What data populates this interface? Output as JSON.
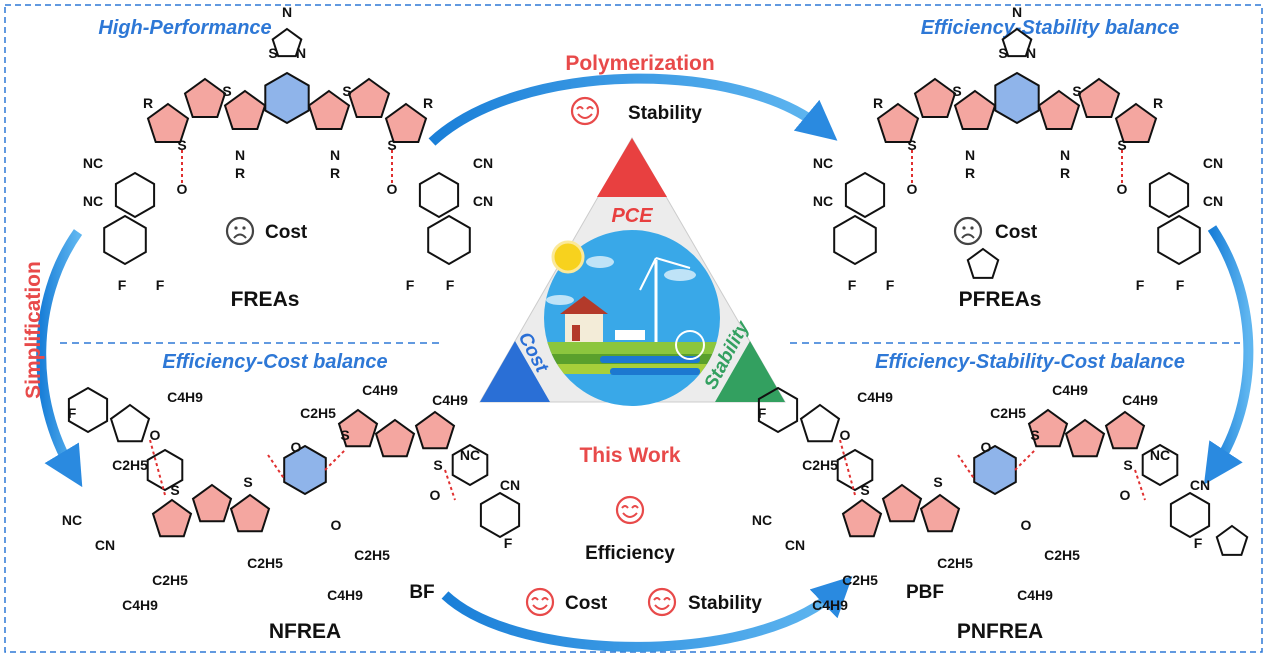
{
  "sections": {
    "top_left_title": "High-Performance",
    "top_right_title": "Efficiency-Stability balance",
    "bottom_left_title": "Efficiency-Cost balance",
    "bottom_right_title": "Efficiency-Stability-Cost balance"
  },
  "arrows": {
    "top_label": "Polymerization",
    "top_benefit": "Stability",
    "left_label": "Simplification"
  },
  "molecules": {
    "freas": {
      "name": "FREAs",
      "drawback": "Cost"
    },
    "pfreas": {
      "name": "PFREAs",
      "drawback": "Cost"
    },
    "nfrea": {
      "name": "NFREA",
      "code": "BF"
    },
    "pnfrea": {
      "name": "PNFREA",
      "code": "PBF"
    }
  },
  "triangle": {
    "top": "PCE",
    "left": "Cost",
    "right": "Stability",
    "colors": {
      "top": "#e84040",
      "left": "#2a6fd6",
      "right": "#33a060"
    }
  },
  "this_work": {
    "title": "This Work",
    "efficiency": "Efficiency",
    "cost": "Cost",
    "stability": "Stability"
  },
  "atoms_top": [
    "S",
    "N",
    "N",
    "R",
    "S",
    "S",
    "R",
    "S",
    "S",
    "N",
    "R",
    "N",
    "R",
    "O",
    "O",
    "NC",
    "NC",
    "CN",
    "CN",
    "F",
    "F",
    "F",
    "F"
  ],
  "atoms_bottom": [
    "F",
    "O",
    "NC",
    "CN",
    "S",
    "S",
    "O",
    "O",
    "S",
    "S",
    "NC",
    "CN",
    "O",
    "F",
    "C4H9",
    "C2H5",
    "C4H9",
    "C2H5",
    "C4H9",
    "C2H5",
    "C2H5",
    "C4H9",
    "C2H5",
    "C4H9"
  ],
  "colors": {
    "accent_blue": "#2e78d6",
    "accent_red": "#e84a4a",
    "ring_red": "#f4a6a0",
    "ring_blue": "#8fb4ea"
  }
}
